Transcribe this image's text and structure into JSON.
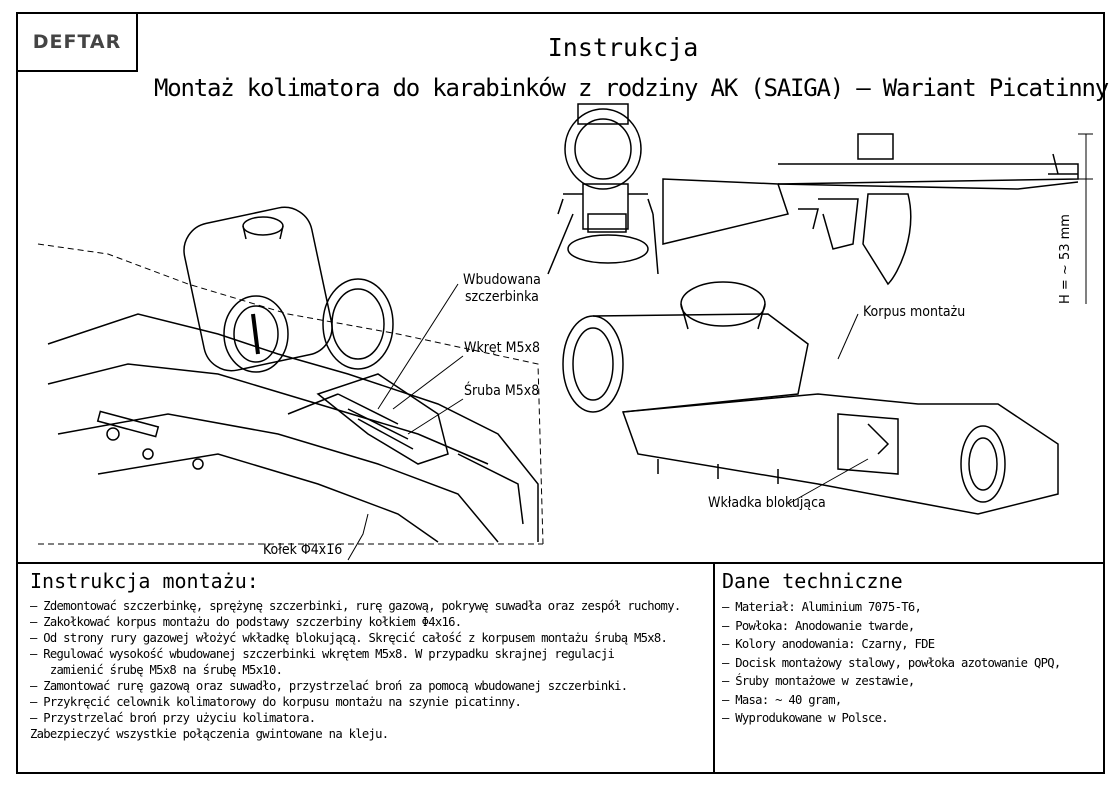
{
  "logo": "DEFTAR",
  "header": {
    "title": "Instrukcja",
    "subtitle": "Montaż kolimatora do karabinków z rodziny AK (SAIGA) – Wariant Picatinny"
  },
  "callouts": {
    "built_in_sight": "Wbudowana\nszczerbinka",
    "screw_m5x8_a": "Wkręt M5x8",
    "screw_m5x8_b": "Śruba M5x8",
    "pin": "Kołek Φ4x16",
    "mount_body": "Korpus montażu",
    "lock_insert": "Wkładka blokująca",
    "height": "H = ~ 53 mm"
  },
  "instructions": {
    "title": "Instrukcja montażu:",
    "steps": [
      "– Zdemontować szczerbinkę, sprężynę szczerbinki, rurę gazową, pokrywę suwadła oraz zespół ruchomy.",
      "– Zakołkować korpus montażu do podstawy szczerbiny kołkiem Φ4x16.",
      "– Od strony rury gazowej włożyć wkładkę blokującą. Skręcić całość z korpusem montażu śrubą M5x8.",
      "– Regulować wysokość wbudowanej szczerbinki wkrętem M5x8. W przypadku skrajnej regulacji",
      "   zamienić śrubę M5x8 na śrubę M5x10.",
      "– Zamontować rurę gazową oraz suwadło, przystrzelać broń za pomocą wbudowanej szczerbinki.",
      "– Przykręcić celownik kolimatorowy do korpusu montażu na szynie picatinny.",
      "– Przystrzelać broń przy użyciu kolimatora.",
      "Zabezpieczyć wszystkie połączenia gwintowane na kleju."
    ]
  },
  "technical": {
    "title": "Dane techniczne",
    "items": [
      "– Materiał: Aluminium 7075-T6,",
      "– Powłoka: Anodowanie twarde,",
      "– Kolory anodowania: Czarny, FDE",
      "– Docisk montażowy stalowy, powłoka azotowanie QPQ,",
      "– Śruby montażowe w zestawie,",
      "– Masa: ~ 40 gram,",
      "– Wyprodukowane w Polsce."
    ]
  }
}
